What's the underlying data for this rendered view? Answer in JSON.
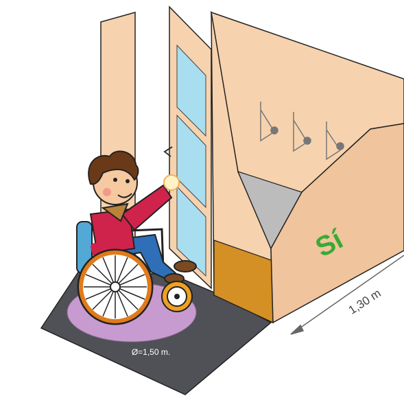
{
  "labels": {
    "approval": "Sí",
    "width_dimension": "1,30 m",
    "turning_circle": "Ø=1,50 m."
  },
  "colors": {
    "wall": "#f6d2ae",
    "wall_shade": "#f0c49c",
    "floor": "#4f5156",
    "turning_circle": "#c79bd0",
    "glass": "#a9def0",
    "kickplate": "#d48f25",
    "interior_floor": "#bcbcbc",
    "approval_text": "#3aaa35",
    "outline": "#222222"
  },
  "icons": [
    "coat-hook-icon",
    "door-handle-icon",
    "wheelchair-user-figure"
  ]
}
